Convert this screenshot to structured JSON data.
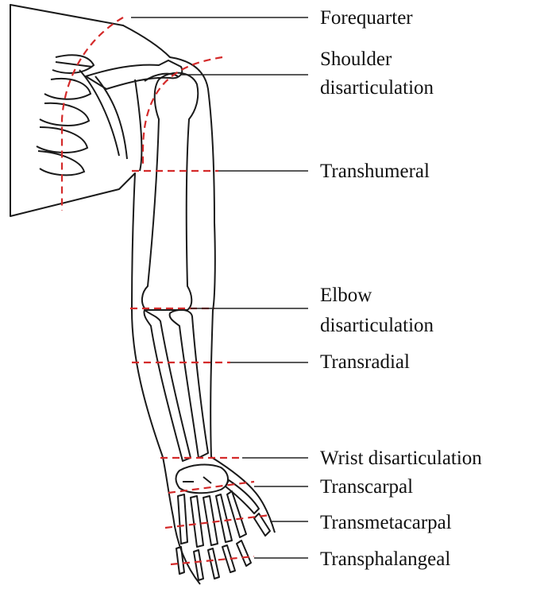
{
  "labels": {
    "forequarter": "Forequarter",
    "shoulder_1": "Shoulder",
    "shoulder_2": "disarticulation",
    "transhumeral": "Transhumeral",
    "elbow_1": "Elbow",
    "elbow_2": "disarticulation",
    "transradial": "Transradial",
    "wrist": "Wrist disarticulation",
    "transcarpal": "Transcarpal",
    "transmetacarpal": "Transmetacarpal",
    "transphalangeal": "Transphalangeal"
  },
  "colors": {
    "outline": "#1a1a1a",
    "cut_line": "#d42a2a",
    "leader": "#222222"
  }
}
